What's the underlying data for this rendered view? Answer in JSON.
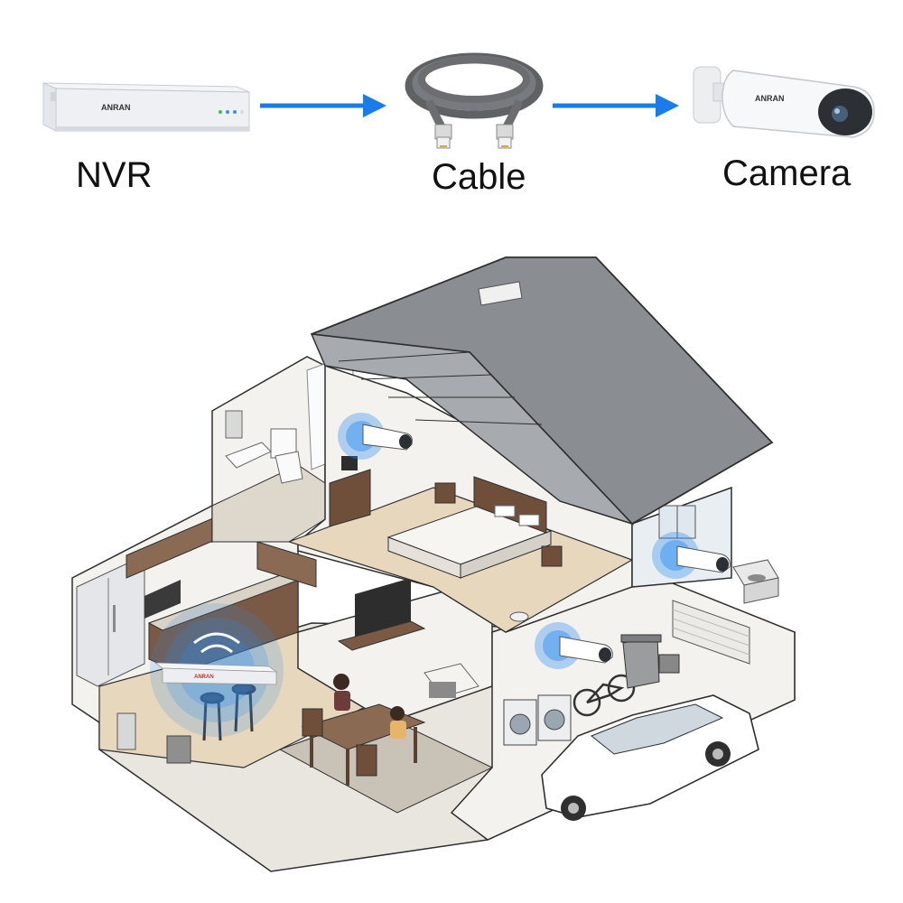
{
  "flow": {
    "nvr_label": "NVR",
    "cable_label": "Cable",
    "camera_label": "Camera",
    "brand": "ANRAN"
  },
  "colors": {
    "arrow": "#1a7ce8",
    "signal": "#2a8bf0",
    "roof": "#8a8d92",
    "wall": "#f4f2ee",
    "floor": "#e6d7bd",
    "wood": "#7a5a44",
    "cable": "#6b6d70",
    "outline": "#2f2f2f"
  },
  "icons": [
    "nvr-device-icon",
    "ethernet-cable-icon",
    "bullet-camera-icon",
    "house-cutaway-illustration"
  ]
}
